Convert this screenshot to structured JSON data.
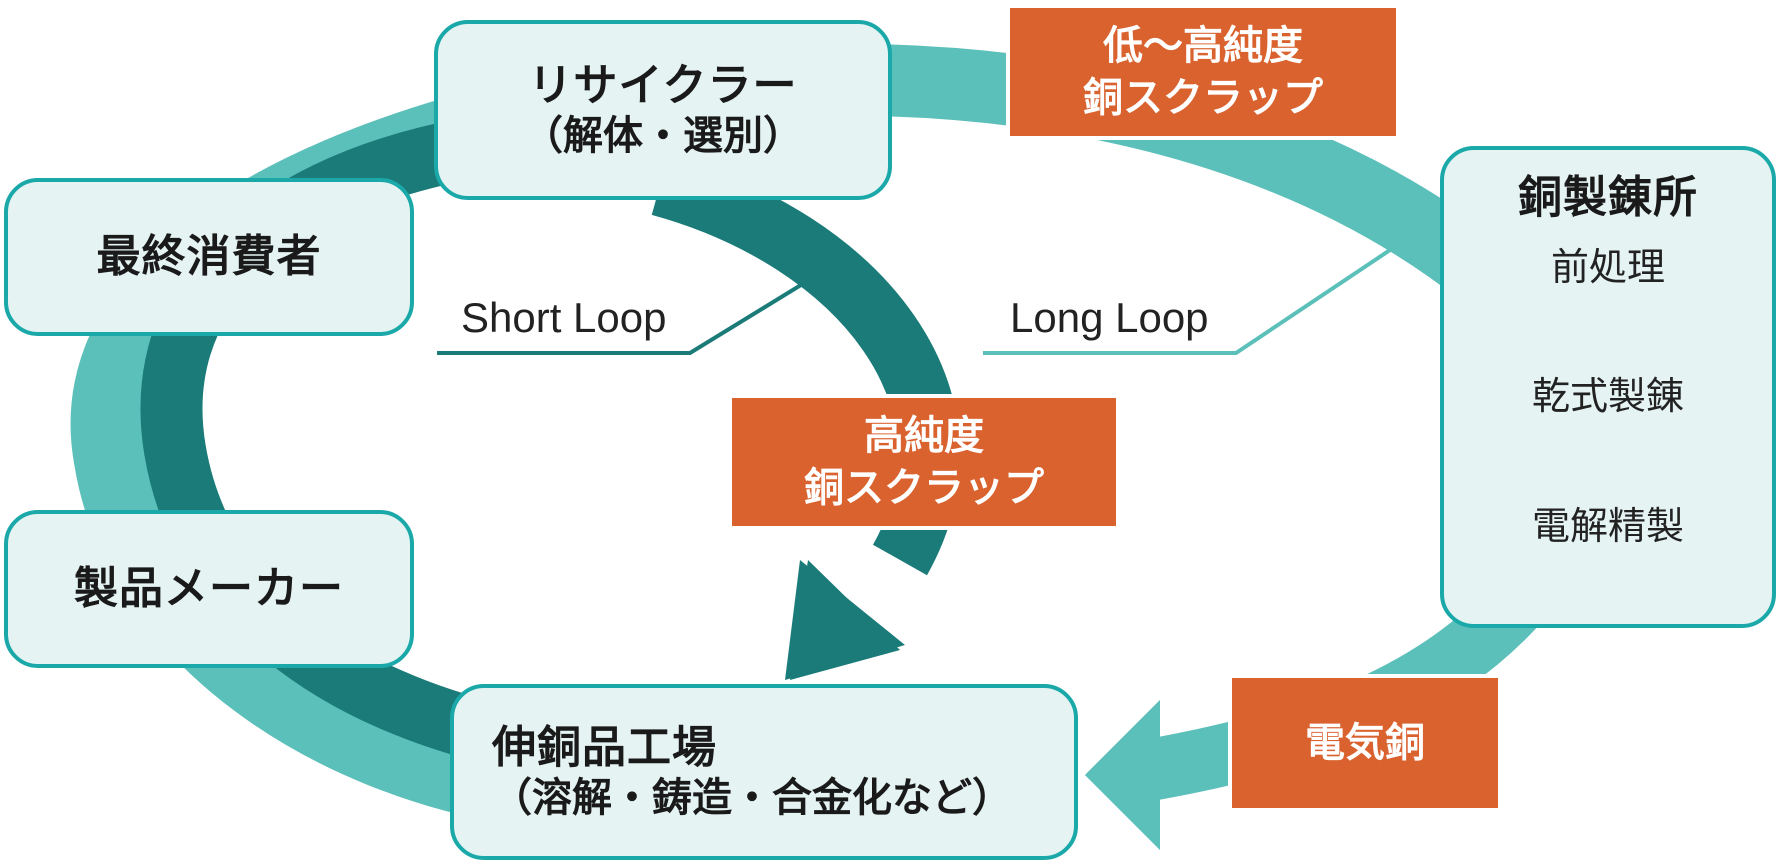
{
  "nodes": {
    "recycler": {
      "title": "リサイクラー",
      "sub": "（解体・選別）"
    },
    "consumer": {
      "title": "最終消費者"
    },
    "maker": {
      "title": "製品メーカー"
    },
    "mill": {
      "title": "伸銅品工場",
      "sub": "（溶解・鋳造・合金化など）"
    },
    "smelter": {
      "title": "銅製錬所",
      "steps": [
        "前処理",
        "乾式製錬",
        "電解精製"
      ]
    }
  },
  "tags": {
    "low_high": {
      "line1": "低～高純度",
      "line2": "銅スクラップ"
    },
    "high": {
      "line1": "高純度",
      "line2": "銅スクラップ"
    },
    "electric": {
      "line1": "電気銅"
    }
  },
  "labels": {
    "short_loop": "Short Loop",
    "long_loop": "Long Loop"
  },
  "colors": {
    "light_teal": "#5bbfba",
    "dark_teal": "#1a7b79",
    "box_border": "#1aa8a8",
    "box_fill": "#e5f3f3",
    "tag_fill": "#d9622e"
  }
}
